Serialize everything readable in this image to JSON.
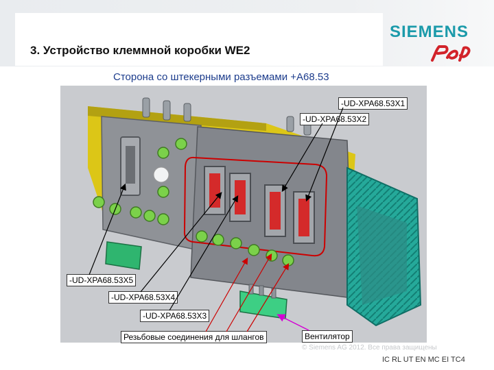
{
  "header": {
    "title": "3. Устройство клеммной коробки WE2",
    "brand": "SIEMENS",
    "logo_name": "rzd-logo"
  },
  "subtitle": "Сторона со штекерными разъемами +A68.53",
  "callouts": {
    "x1": "-UD-XPA68.53X1",
    "x2": "-UD-XPA68.53X2",
    "x5": "-UD-XPA68.53X5",
    "x4": "-UD-XPA68.53X4",
    "x3": "-UD-XPA68.53X3",
    "hoses": "Резьбовые соединения для шлангов",
    "fan": "Вентилятор"
  },
  "footer": {
    "copyright": "© Siemens AG 2012. Все права защищены",
    "department": "IC RL UT EN MC EI TC4"
  },
  "colors": {
    "brand": "#1b9aaa",
    "subtitle": "#1c3c8c",
    "highlight_red": "#cc0000",
    "fan_arrow": "#d400d4",
    "housing_yellow": "#e2d21a",
    "plate_gray": "#8d9095",
    "connector_red": "#d42a2a",
    "gland_green": "#7bd14a",
    "cover_teal": "#3bb3a3"
  }
}
